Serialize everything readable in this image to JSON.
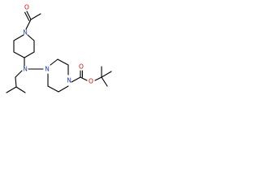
{
  "molecule": {
    "atoms": [
      {
        "id": "O1",
        "label": "O",
        "element": "oxygen"
      },
      {
        "id": "N1",
        "label": "N",
        "element": "nitrogen"
      },
      {
        "id": "N2",
        "label": "N",
        "element": "nitrogen"
      },
      {
        "id": "N3",
        "label": "N",
        "element": "nitrogen"
      },
      {
        "id": "N4",
        "label": "N",
        "element": "nitrogen"
      },
      {
        "id": "O2",
        "label": "O",
        "element": "oxygen"
      },
      {
        "id": "O3",
        "label": "O",
        "element": "oxygen"
      }
    ]
  },
  "colors": {
    "bond": "#000000",
    "nitrogen": "#1f3fbf",
    "oxygen": "#d40000",
    "background": "#ffffff"
  }
}
